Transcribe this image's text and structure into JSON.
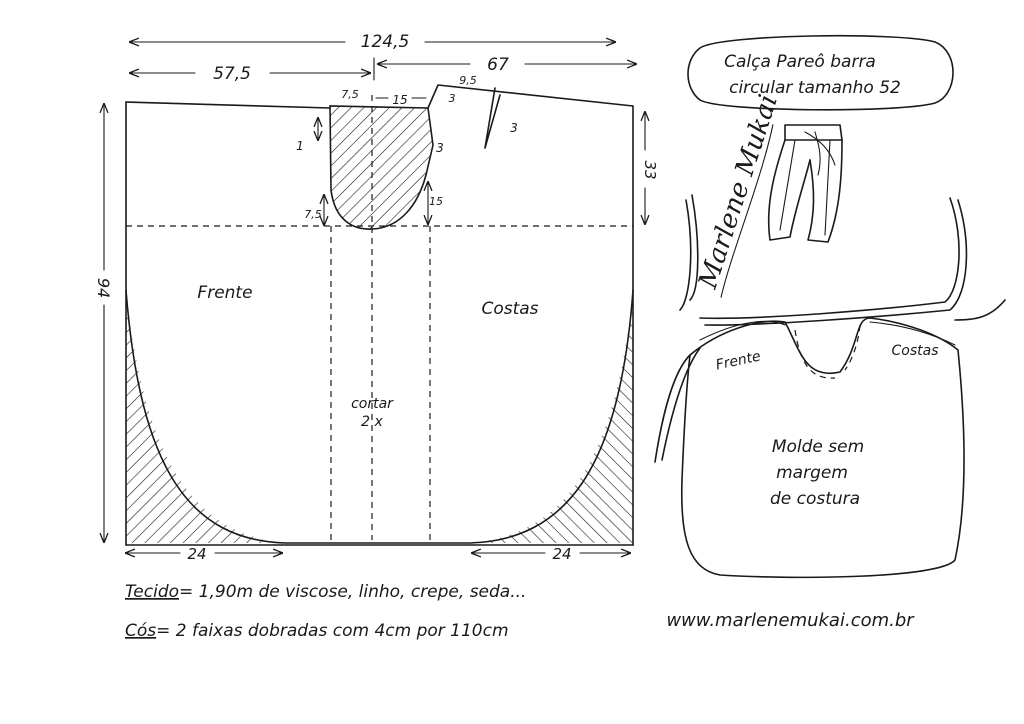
{
  "title": {
    "line1": "Calça Pareô barra",
    "line2": "circular tamanho 52"
  },
  "dimensions": {
    "total_width": "124,5",
    "left_width": "57,5",
    "right_width": "67",
    "crotch_front": "7,5",
    "crotch_back": "15",
    "waist_step": "3",
    "dart_width": "9,5",
    "dart_depth": "3",
    "dart_left": "1",
    "rise_right": "33",
    "crotch_drop_left": "7,5",
    "crotch_drop_right": "15",
    "height": "94",
    "hem_left": "24",
    "hem_right": "24"
  },
  "labels": {
    "front": "Frente",
    "back": "Costas",
    "cut_line1": "cortar",
    "cut_line2": "2 x"
  },
  "notes": {
    "fabric_label": "Tecido",
    "fabric_text": "= 1,90m de viscose, linho, crepe, seda...",
    "waistband_label": "Cós",
    "waistband_text": "= 2 faixas dobradas com 4cm por 110cm"
  },
  "signature": "Marlene Mukai",
  "website": "www.marlenemukai.com.br",
  "detail": {
    "front": "Frente",
    "back": "Costas",
    "note_line1": "Molde sem",
    "note_line2": "margem",
    "note_line3": "de costura"
  }
}
